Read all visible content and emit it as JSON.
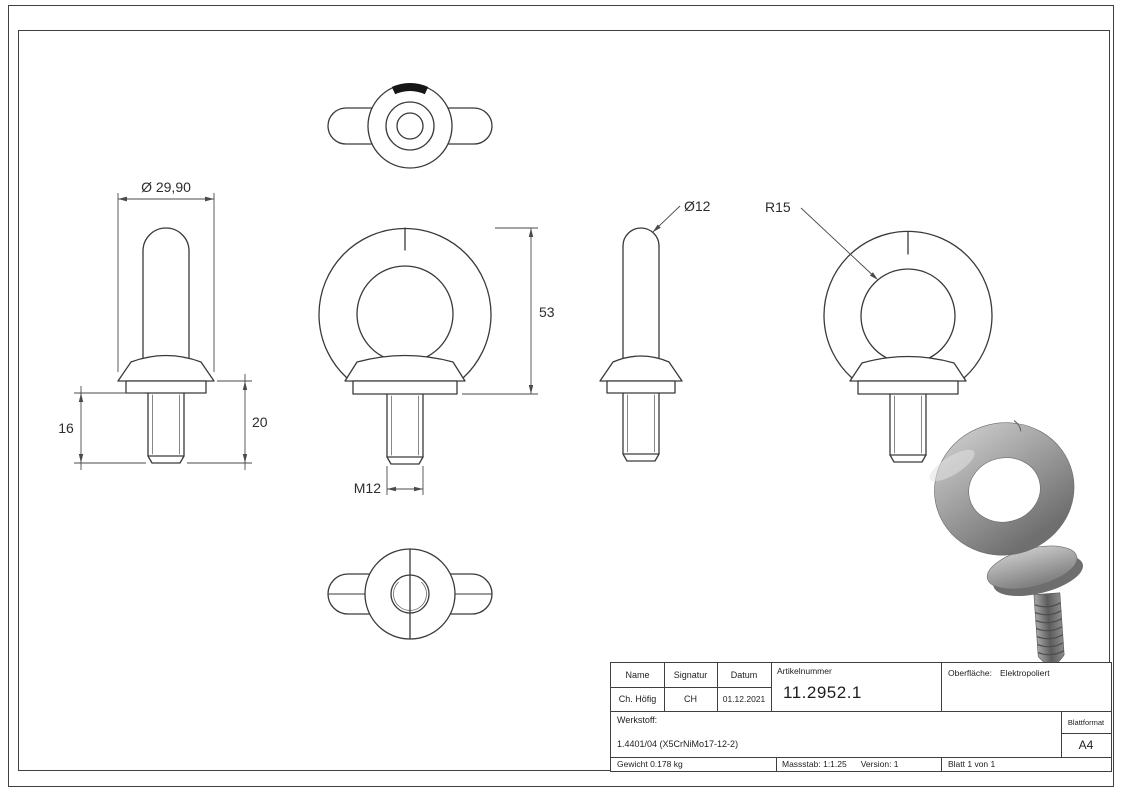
{
  "dims": {
    "collar_diameter": "Ø 29,90",
    "height_53": "53",
    "len_16": "16",
    "len_20": "20",
    "thread": "M12",
    "bar_diameter": "Ø12",
    "eye_radius": "R15"
  },
  "titleblock": {
    "h_name": "Name",
    "h_signatur": "Signatur",
    "h_datum": "Datum",
    "v_name": "Ch. Höfig",
    "v_signatur": "CH",
    "v_datum": "01.12.2021",
    "artikel_label": "Artikelnummer",
    "artikel_nr": "11.2952.1",
    "oberflaeche_label": "Oberfläche:",
    "oberflaeche_value": "Elektropoliert",
    "werkstoff_label": "Werkstoff:",
    "werkstoff_value": "1.4401/04 (X5CrNiMo17-12-2)",
    "blattformat_label": "Blattformat",
    "blattformat_value": "A4",
    "gewicht": "Gewicht 0.178 kg",
    "massstab": "Massstab: 1:1.25",
    "version": "Version: 1",
    "blatt": "Blatt 1 von 1"
  }
}
